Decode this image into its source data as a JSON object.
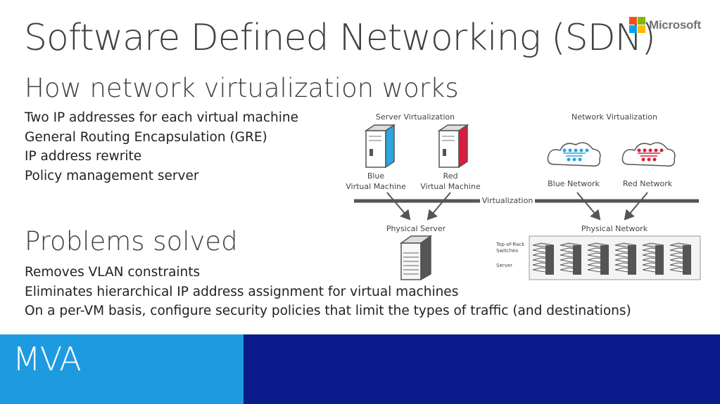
{
  "title": "Software Defined Networking (SDN)",
  "brand": {
    "name": "Microsoft",
    "colors": [
      "#f25022",
      "#7fba00",
      "#00a4ef",
      "#ffb900"
    ]
  },
  "section1": {
    "heading": "How network virtualization works",
    "items": [
      "Two IP addresses for each virtual machine",
      "General Routing Encapsulation (GRE)",
      "IP address rewrite",
      "Policy management server"
    ]
  },
  "section2": {
    "heading": "Problems solved",
    "items": [
      "Removes VLAN constraints",
      "Eliminates hierarchical IP address assignment for virtual machines",
      "On a per-VM basis, configure security policies that limit the types of traffic (and destinations)"
    ]
  },
  "diagram": {
    "server_virtualization": "Server Virtualization",
    "network_virtualization": "Network Virtualization",
    "blue_vm": [
      "Blue",
      "Virtual Machine"
    ],
    "red_vm": [
      "Red",
      "Virtual Machine"
    ],
    "blue_network": "Blue Network",
    "red_network": "Red Network",
    "virtualization": "Virtualization",
    "physical_server": "Physical Server",
    "physical_network": "Physical Network",
    "tor_switches": [
      "Top-of-Rack",
      "Switches"
    ],
    "server": "Server",
    "colors": {
      "blue": "#2aa6e0",
      "red": "#d81e3c",
      "line": "#555555"
    }
  },
  "footer": {
    "label": "MVA",
    "left_color": "#1e9be0",
    "right_color": "#0a1c8c"
  }
}
